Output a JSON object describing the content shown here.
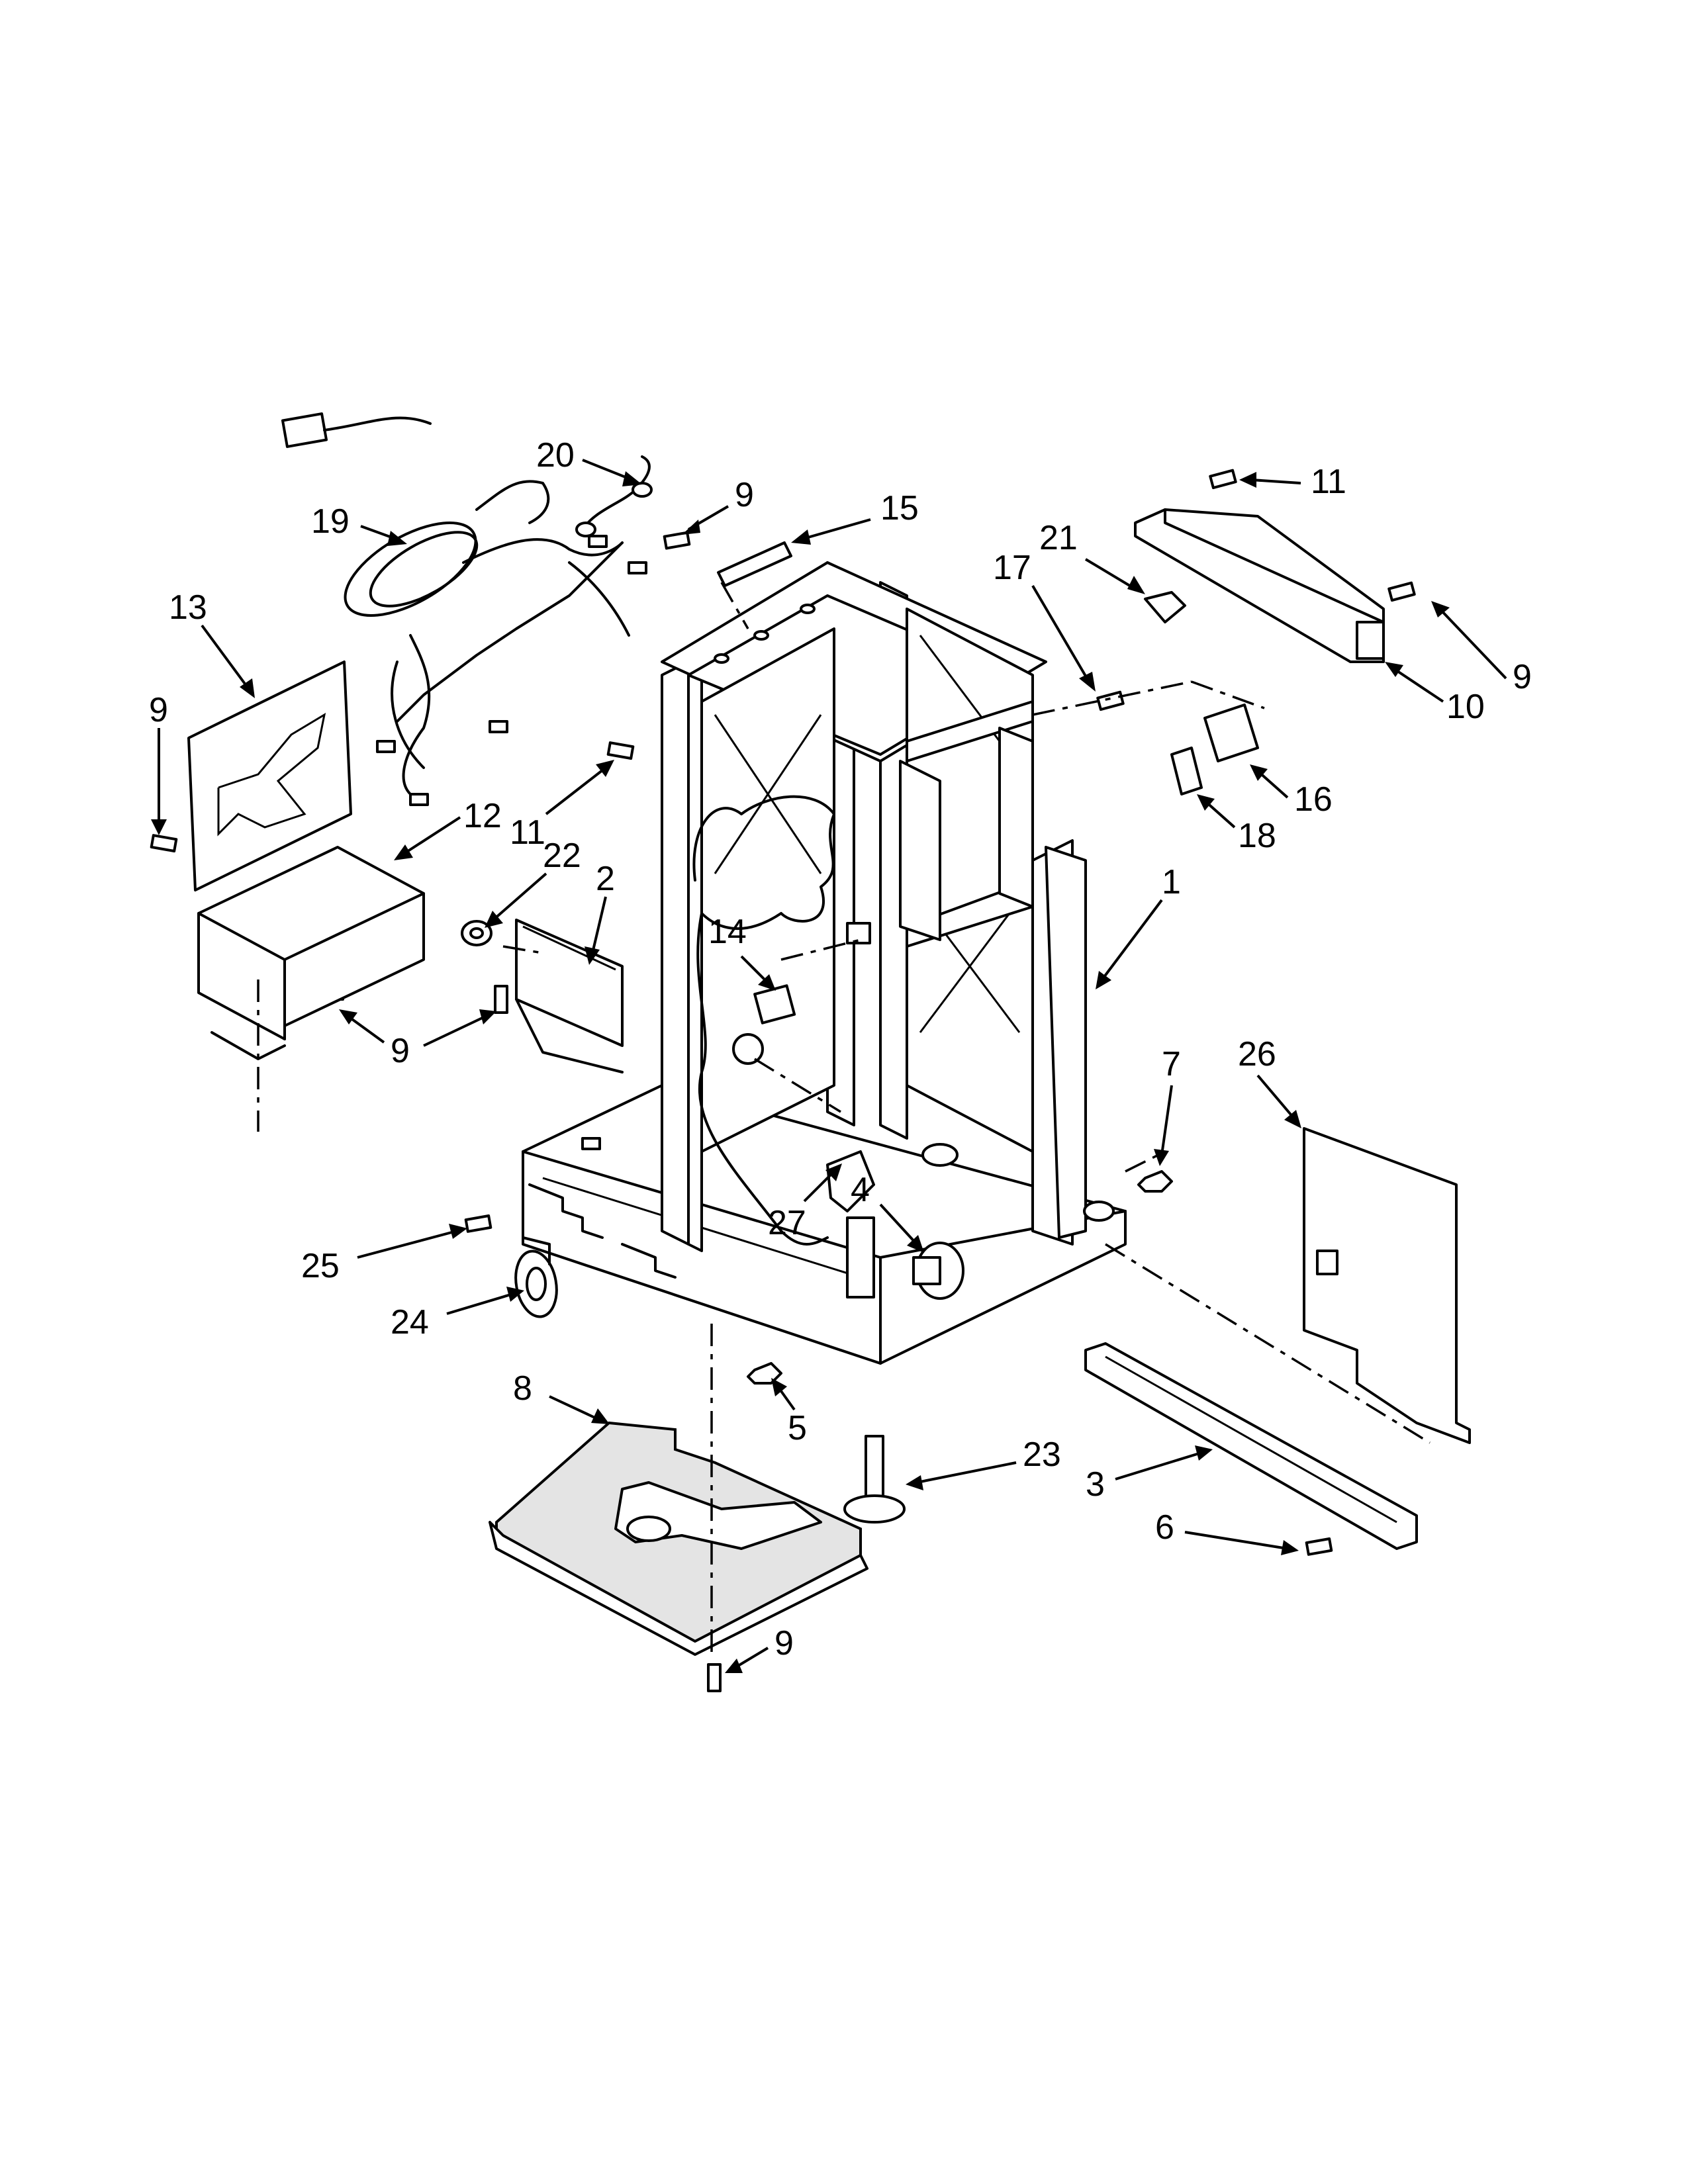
{
  "callouts": [
    {
      "id": "c20",
      "text": "20"
    },
    {
      "id": "c19",
      "text": "19"
    },
    {
      "id": "c9a",
      "text": "9"
    },
    {
      "id": "c15",
      "text": "15"
    },
    {
      "id": "c11a",
      "text": "11"
    },
    {
      "id": "c17",
      "text": "17"
    },
    {
      "id": "c21",
      "text": "21"
    },
    {
      "id": "c9b",
      "text": "9"
    },
    {
      "id": "c10",
      "text": "10"
    },
    {
      "id": "c13",
      "text": "13"
    },
    {
      "id": "c9c",
      "text": "9"
    },
    {
      "id": "c12",
      "text": "12"
    },
    {
      "id": "c11b",
      "text": "11"
    },
    {
      "id": "c22",
      "text": "22"
    },
    {
      "id": "c2",
      "text": "2"
    },
    {
      "id": "c16",
      "text": "16"
    },
    {
      "id": "c18",
      "text": "18"
    },
    {
      "id": "c1",
      "text": "1"
    },
    {
      "id": "c14",
      "text": "14"
    },
    {
      "id": "c9d",
      "text": "9"
    },
    {
      "id": "c26",
      "text": "26"
    },
    {
      "id": "c7",
      "text": "7"
    },
    {
      "id": "c25",
      "text": "25"
    },
    {
      "id": "c27",
      "text": "27"
    },
    {
      "id": "c4",
      "text": "4"
    },
    {
      "id": "c24",
      "text": "24"
    },
    {
      "id": "c8",
      "text": "8"
    },
    {
      "id": "c5",
      "text": "5"
    },
    {
      "id": "c23",
      "text": "23"
    },
    {
      "id": "c3",
      "text": "3"
    },
    {
      "id": "c6",
      "text": "6"
    },
    {
      "id": "c9e",
      "text": "9"
    }
  ]
}
